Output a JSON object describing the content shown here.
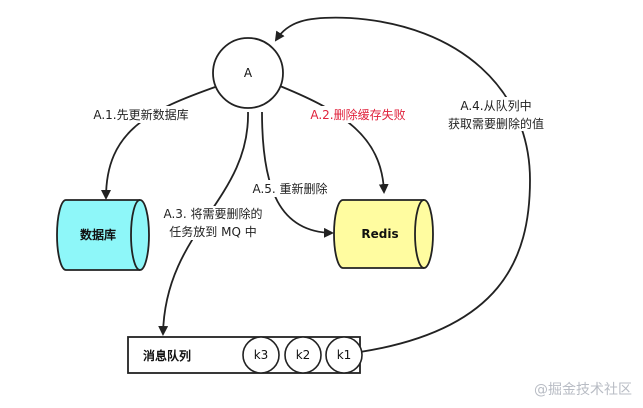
{
  "nodes": {
    "a": {
      "label": "A"
    },
    "database": {
      "label": "数据库",
      "color": "#8ef7f9"
    },
    "redis": {
      "label": "Redis",
      "color": "#fffca0"
    },
    "queue": {
      "label": "消息队列",
      "items": [
        "k3",
        "k2",
        "k1"
      ]
    }
  },
  "edges": {
    "update_db": {
      "label": "A.1.先更新数据库"
    },
    "delete_cache_fail": {
      "label": "A.2.删除缓存失败",
      "color": "#e0223c"
    },
    "push_mq": {
      "label_line1": "A.3. 将需要删除的",
      "label_line2": "任务放到 MQ 中"
    },
    "fetch_queue": {
      "label_line1": "A.4.从队列中",
      "label_line2": "获取需要删除的值"
    },
    "retry_delete": {
      "label": "A.5. 重新删除"
    }
  },
  "watermark": {
    "text": "@掘金技术社区"
  }
}
